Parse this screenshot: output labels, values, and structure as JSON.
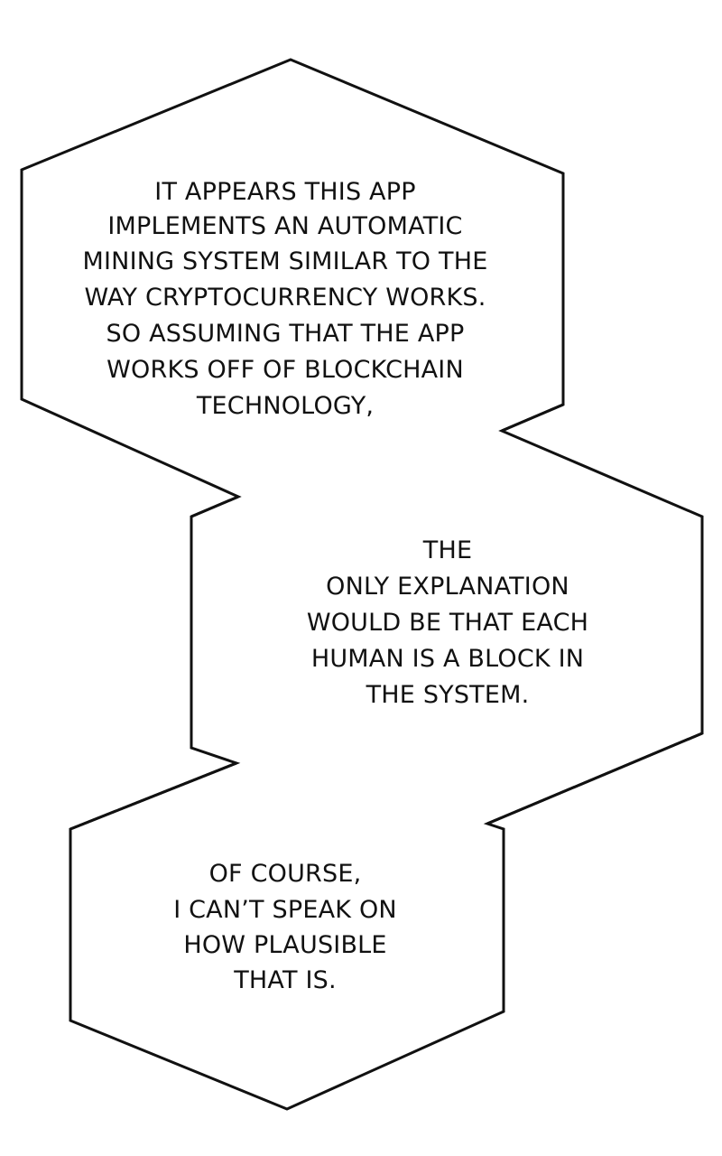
{
  "bubbles": [
    {
      "lines": [
        "IT APPEARS THIS APP",
        "IMPLEMENTS AN AUTOMATIC",
        "MINING SYSTEM SIMILAR TO THE",
        "WAY CRYPTOCURRENCY WORKS.",
        "SO ASSUMING THAT THE APP",
        "WORKS OFF OF BLOCKCHAIN",
        "TECHNOLOGY,"
      ]
    },
    {
      "lines": [
        "THE",
        "ONLY EXPLANATION",
        "WOULD BE THAT EACH",
        "HUMAN IS A BLOCK IN",
        "THE SYSTEM."
      ]
    },
    {
      "lines": [
        "OF COURSE,",
        "I CAN’T SPEAK ON",
        "HOW PLAUSIBLE",
        "THAT IS."
      ]
    }
  ]
}
